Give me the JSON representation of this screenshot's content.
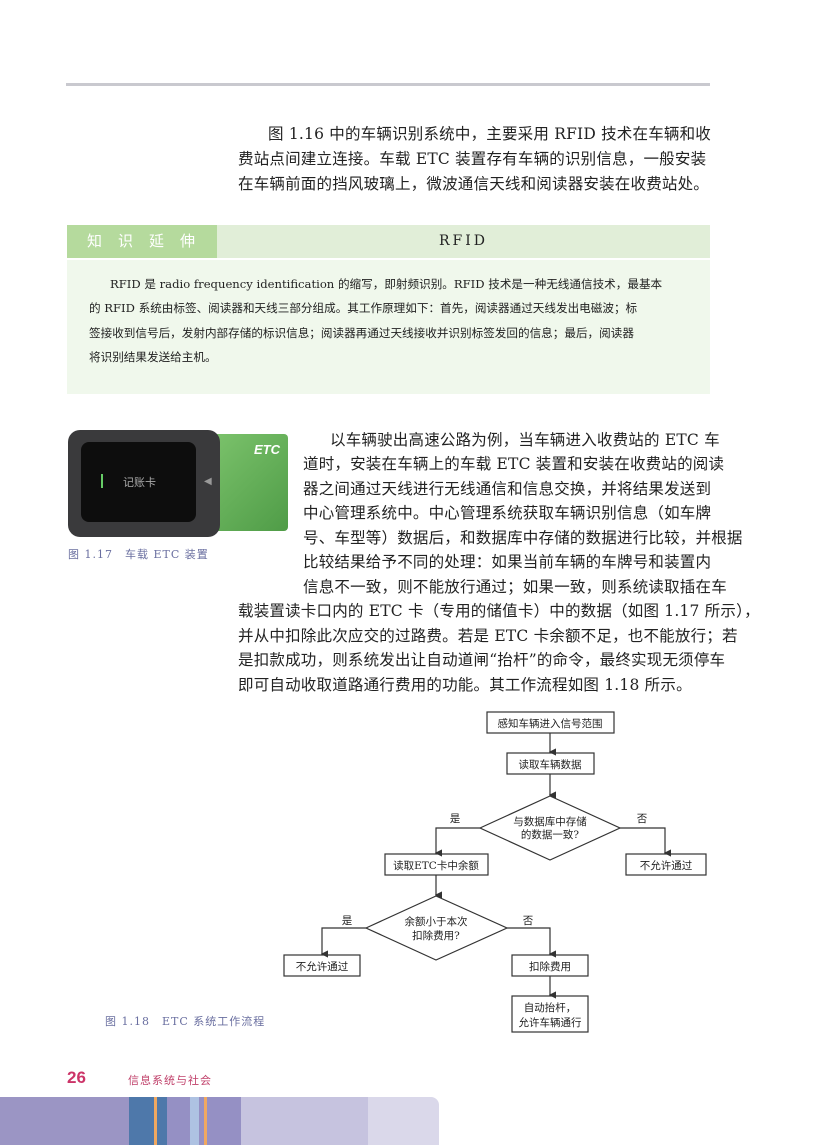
{
  "paragraph1": [
    "图 1.16 中的车辆识别系统中，主要采用 RFID 技术在车辆和收",
    "费站点间建立连接。车载 ETC 装置存有车辆的识别信息，一般安装",
    "在车辆前面的挡风玻璃上，微波通信天线和阅读器安装在收费站处。"
  ],
  "knowledge": {
    "tag": "知识延伸",
    "title": "RFID",
    "lines": [
      "RFID 是 radio frequency identification 的缩写，即射频识别。RFID 技术是一种无线通信技术，最基本",
      "的 RFID 系统由标签、阅读器和天线三部分组成。其工作原理如下：首先，阅读器通过天线发出电磁波；标",
      "签接收到信号后，发射内部存储的标识信息；阅读器再通过天线接收并识别标签发回的信息；最后，阅读器",
      "将识别结果发送给主机。"
    ]
  },
  "figure117": {
    "screen_text": "记账卡",
    "card_text": "ETC",
    "caption": "图 1.17　车载 ETC 装置"
  },
  "paragraph2": [
    "以车辆驶出高速公路为例，当车辆进入收费站的 ETC 车",
    "道时，安装在车辆上的车载 ETC 装置和安装在收费站的阅读",
    "器之间通过天线进行无线通信和信息交换，并将结果发送到",
    "中心管理系统中。中心管理系统获取车辆识别信息（如车牌",
    "号、车型等）数据后，和数据库中存储的数据进行比较，并根据",
    "比较结果给予不同的处理：如果当前车辆的车牌号和装置内",
    "信息不一致，则不能放行通过；如果一致，则系统读取插在车",
    "载装置读卡口内的 ETC 卡（专用的储值卡）中的数据（如图 1.17 所示），",
    "并从中扣除此次应交的过路费。若是 ETC 卡余额不足，也不能放行；若",
    "是扣款成功，则系统发出让自动道闸“抬杆”的命令，最终实现无须停车",
    "即可自动收取道路通行费用的功能。其工作流程如图 1.18 所示。"
  ],
  "flowchart": {
    "sense": "感知车辆进入信号范围",
    "read": "读取车辆数据",
    "decision1": [
      "与数据库中存储",
      "的数据一致?"
    ],
    "yes": "是",
    "no": "否",
    "read_card": "读取ETC卡中余额",
    "deny": "不允许通过",
    "decision2": [
      "余额小于本次",
      "扣除费用?"
    ],
    "deduct": "扣除费用",
    "pass": [
      "自动抬杆，",
      "允许车辆通行"
    ],
    "caption": "图 1.18　ETC 系统工作流程"
  },
  "footer": {
    "page_number": "26",
    "book_title": "信息系统与社会"
  }
}
